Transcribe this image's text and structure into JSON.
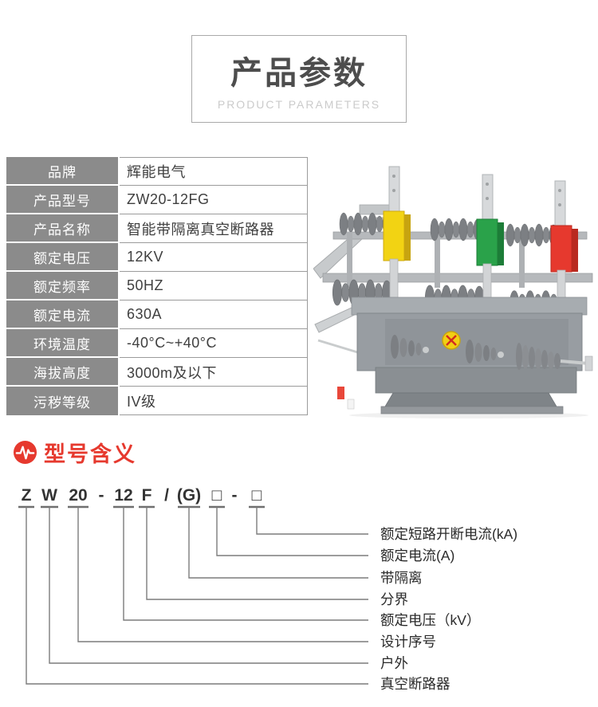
{
  "header": {
    "title": "产品参数",
    "subtitle": "PRODUCT PARAMETERS"
  },
  "spec_table": {
    "rows": [
      {
        "label": "品牌",
        "value": "辉能电气"
      },
      {
        "label": "产品型号",
        "value": "ZW20-12FG"
      },
      {
        "label": "产品名称",
        "value": "智能带隔离真空断路器"
      },
      {
        "label": "额定电压",
        "value": "12KV"
      },
      {
        "label": "额定频率",
        "value": "50HZ"
      },
      {
        "label": "额定电流",
        "value": "630A"
      },
      {
        "label": "环境温度",
        "value": "-40°C~+40°C"
      },
      {
        "label": "海拔高度",
        "value": "3000m及以下"
      },
      {
        "label": "污秽等级",
        "value": "IV级"
      }
    ]
  },
  "section": {
    "title": "型号含义",
    "icon": "pulse-icon",
    "accent_color": "#e6392e"
  },
  "model_diagram": {
    "tokens": [
      "Z",
      "W",
      "20",
      "-",
      "12",
      "F",
      "/",
      "(G)",
      "□",
      "-",
      "□"
    ],
    "meanings": [
      "额定短路开断电流(kA)",
      "额定电流(A)",
      "带隔离",
      "分界",
      "额定电压（kV）",
      "设计序号",
      "户外",
      "真空断路器"
    ]
  },
  "product_image": {
    "type": "photo",
    "subject": "ZW20-12FG 户外真空断路器",
    "phase_cap_colors": [
      "#f2d313",
      "#2aa24a",
      "#e6392e"
    ],
    "body_color": "#989da2"
  },
  "colors": {
    "table_label_bg": "#8b8b8b",
    "table_border": "#9b9b9b",
    "title_text": "#4d4d4d",
    "subtitle_text": "#cbcbcb"
  }
}
